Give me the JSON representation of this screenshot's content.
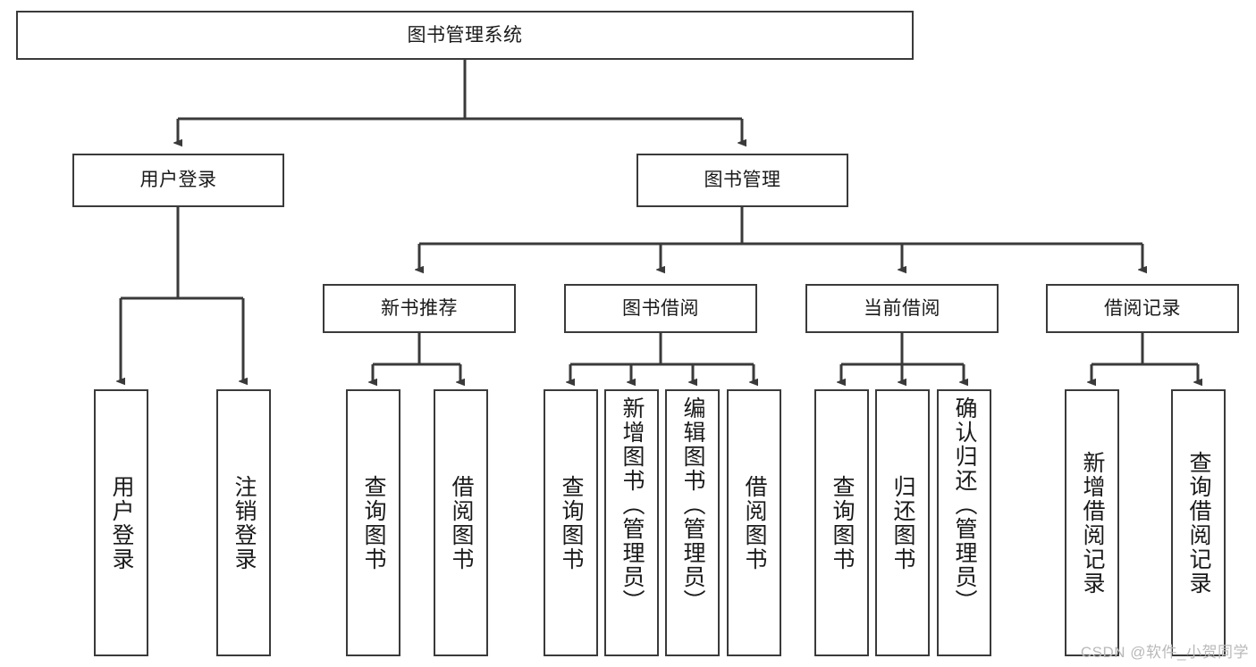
{
  "diagram": {
    "title": "图书管理系统",
    "type": "hierarchy-tree",
    "orientation": "top-down",
    "colors": {
      "background": "#ffffff",
      "box_border": "#3a3a3a",
      "box_fill": "#ffffff",
      "text": "#1a1a1a",
      "edge": "#3a3a3a",
      "watermark": "#b9b9b9"
    },
    "watermark": "CSDN @软件_小贺同学",
    "levels": {
      "root": {
        "label": "图书管理系统"
      },
      "level2": [
        {
          "label": "用户登录"
        },
        {
          "label": "图书管理"
        }
      ],
      "level3": [
        {
          "label": "新书推荐"
        },
        {
          "label": "图书借阅"
        },
        {
          "label": "当前借阅"
        },
        {
          "label": "借阅记录"
        }
      ],
      "leaves": {
        "user_login": [
          {
            "label": "用户登录"
          },
          {
            "label": "注销登录"
          }
        ],
        "new_book_recommend": [
          {
            "label": "查询图书"
          },
          {
            "label": "借阅图书"
          }
        ],
        "book_borrow": [
          {
            "label": "查询图书"
          },
          {
            "label": "新增图书（管理员）"
          },
          {
            "label": "编辑图书（管理员）"
          },
          {
            "label": "借阅图书"
          }
        ],
        "current_borrow": [
          {
            "label": "查询图书"
          },
          {
            "label": "归还图书"
          },
          {
            "label": "确认归还（管理员）"
          }
        ],
        "borrow_record": [
          {
            "label": "新增借阅记录"
          },
          {
            "label": "查询借阅记录"
          }
        ]
      }
    }
  }
}
